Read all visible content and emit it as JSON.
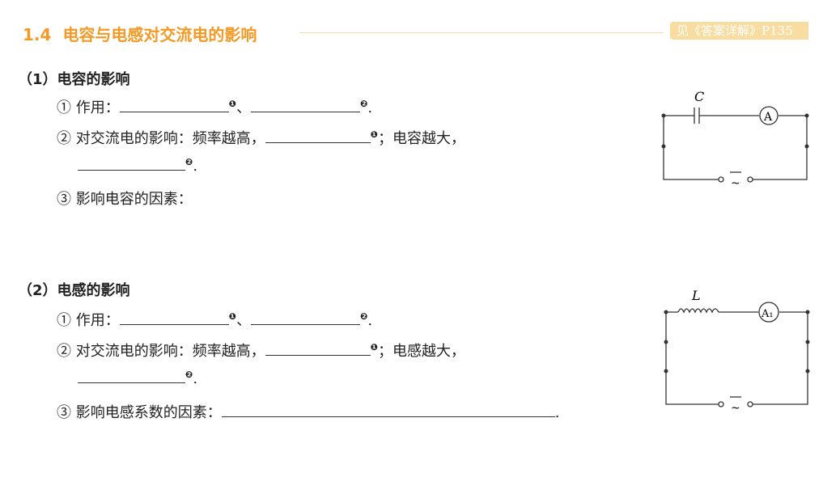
{
  "header": {
    "number": "1.4",
    "title": "电容与电感对交流电的影响",
    "reference": "见《答案详解》P135"
  },
  "section1": {
    "heading": "（1）电容的影响",
    "item1": "① 作用：",
    "item2": "② 对交流电的影响：频率越高，",
    "item2b": "；电容越大，",
    "item3": "③ 影响电容的因素：",
    "diagram_label": "C",
    "meter": "A",
    "source": "~"
  },
  "section2": {
    "heading": "（2）电感的影响",
    "item1": "① 作用：",
    "item2": "② 对交流电的影响：频率越高，",
    "item2b": "；电感越大，",
    "item3": "③ 影响电感系数的因素：",
    "diagram_label": "L",
    "meter": "A₁",
    "source": "~"
  },
  "marks": {
    "one": "❶",
    "two": "❷",
    "sep": "、",
    "period": "."
  }
}
